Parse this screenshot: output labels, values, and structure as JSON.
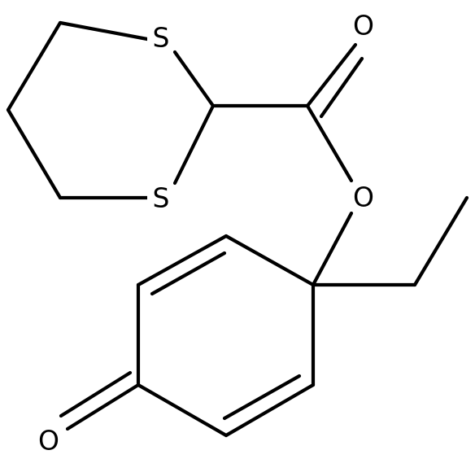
{
  "molecule": {
    "atom_labels": {
      "s1": "S",
      "s2": "S",
      "o_carbonyl": "O",
      "o_ester": "O",
      "o_ketone": "O"
    },
    "colors": {
      "bond": "#000000",
      "label": "#000000",
      "background": "#ffffff"
    }
  }
}
